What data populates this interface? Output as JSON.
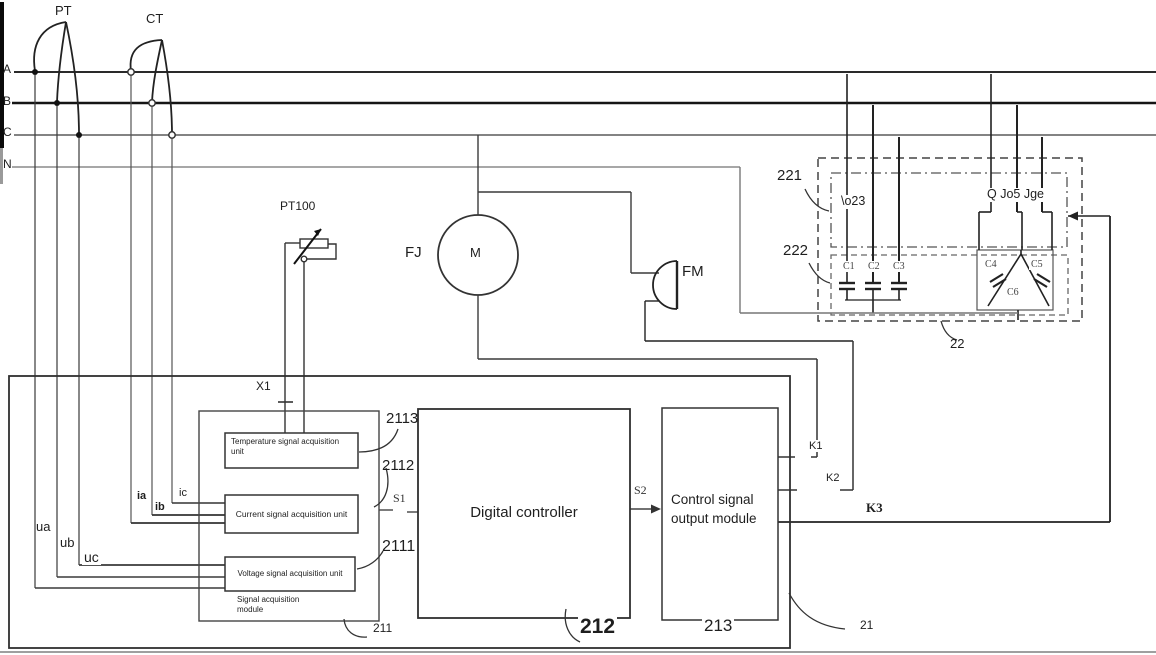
{
  "colors": {
    "line_dark": "#1a1a1a",
    "line": "#3a3a3a",
    "line_gray": "#888888",
    "background": "#ffffff"
  },
  "buses": {
    "a": "A",
    "b": "B",
    "c": "C",
    "n": "N"
  },
  "instruments": {
    "pt": "PT",
    "ct": "CT",
    "pt100": "PT100",
    "x1": "X1",
    "fj": "FJ",
    "motor_m": "M",
    "fm": "FM"
  },
  "currents": {
    "ia": "ia",
    "ib": "ib",
    "ic": "ic"
  },
  "voltages": {
    "ua": "ua",
    "ub": "ub",
    "uc": "uc"
  },
  "bank": {
    "ref22": "22",
    "ref221": "221",
    "ref222": "222",
    "left_group": "\\o23",
    "right_group": "Q Jo5 Jge",
    "c1": "C1",
    "c2": "C2",
    "c3": "C3",
    "c4": "C4",
    "c5": "C5",
    "c6": "C6"
  },
  "modules": {
    "temperature_unit": "Temperature signal acquisition unit",
    "current_unit": "Current signal acquisition unit",
    "voltage_unit": "Voltage signal acquisition unit",
    "acquisition_module": "Signal acquisition module",
    "controller": "Digital controller",
    "output_module": "Control signal output module"
  },
  "signals": {
    "s1": "S1",
    "s2": "S2",
    "k1": "K1",
    "k2": "K2",
    "k3": "K3"
  },
  "refs": {
    "r21": "21",
    "r211": "211",
    "r212": "212",
    "r213": "213",
    "r2111": "2111",
    "r2112": "2112",
    "r2113": "2113"
  }
}
